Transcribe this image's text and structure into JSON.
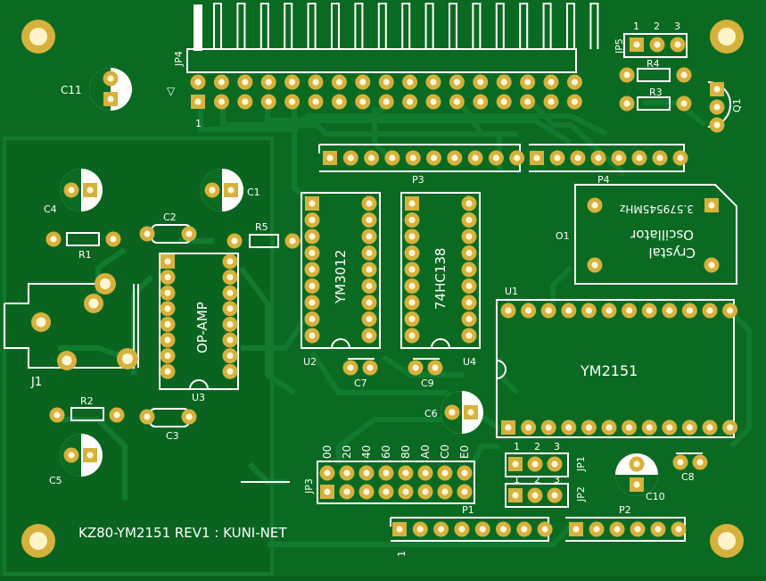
{
  "title": "KZ80-YM2151 REV1 : KUNI-NET",
  "colors": {
    "board": "#0b6a22",
    "copper": "#127a2e",
    "pad": "#d6b13d",
    "silk": "#ffffff"
  },
  "labels": {
    "c11": "C11",
    "jp4": "JP4",
    "jp4_pin1": "1",
    "jp4_arrow": "▽",
    "jp5": "JP5",
    "jp5_1": "1",
    "jp5_2": "2",
    "jp5_3": "3",
    "r4": "R4",
    "r3": "R3",
    "q1": "Q1",
    "p3": "P3",
    "p4": "P4",
    "c4": "C4",
    "c1": "C1",
    "c2": "C2",
    "r1": "R1",
    "r5": "R5",
    "j1": "J1",
    "r2": "R2",
    "c3": "C3",
    "c5": "C5",
    "opamp": "OP-AMP",
    "u3": "U3",
    "ym3012": "YM3012",
    "u2": "U2",
    "c7": "C7",
    "hc138": "74HC138",
    "u4": "U4",
    "c9": "C9",
    "c6": "C6",
    "osc_line1": "Crystal",
    "osc_line2": "Oscillator",
    "osc_freq": "3.579545MHz",
    "o1": "O1",
    "u1": "U1",
    "ym2151": "YM2151",
    "jp3": "JP3",
    "p1": "P1",
    "p1_pin1": "1",
    "addr": [
      "00",
      "20",
      "40",
      "60",
      "80",
      "A0",
      "C0",
      "E0"
    ],
    "jp1": "JP1",
    "jp1_1": "1",
    "jp1_2": "2",
    "jp1_3": "3",
    "jp2": "JP2",
    "jp2_1": "1",
    "jp2_2": "2",
    "jp2_3": "3",
    "c10": "C10",
    "c8": "C8",
    "p2": "P2"
  }
}
